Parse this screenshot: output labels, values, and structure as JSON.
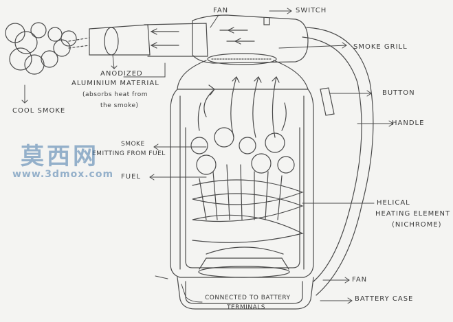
{
  "diagram": {
    "labels": {
      "fan_top": "FAN",
      "switch": "SWITCH",
      "smoke_grill": "SMOKE GRILL",
      "anodized_line1": "ANODIZED",
      "anodized_line2": "ALUMINIUM MATERIAL",
      "anodized_line3": "(absorbs heat from",
      "anodized_line4": "the smoke)",
      "cool_smoke": "COOL SMOKE",
      "button": "BUTTON",
      "handle": "HANDLE",
      "smoke_from_fuel_line1": "SMOKE",
      "smoke_from_fuel_line2": "EMITTING FROM FUEL",
      "fuel": "FUEL",
      "helical_line1": "HELICAL",
      "helical_line2": "HEATING ELEMENT",
      "helical_line3": "(NICHROME)",
      "fan_bottom": "FAN",
      "battery_case": "BATTERY CASE",
      "connected_line1": "CONNECTED TO BATTERY",
      "connected_line2": "TERMINALS"
    },
    "watermark": {
      "logo_text": "莫西网",
      "url": "www.3dmox.com"
    },
    "colors": {
      "pencil": "#4a4a4a",
      "paper": "#f4f4f2",
      "watermark": "#4678aa"
    }
  }
}
